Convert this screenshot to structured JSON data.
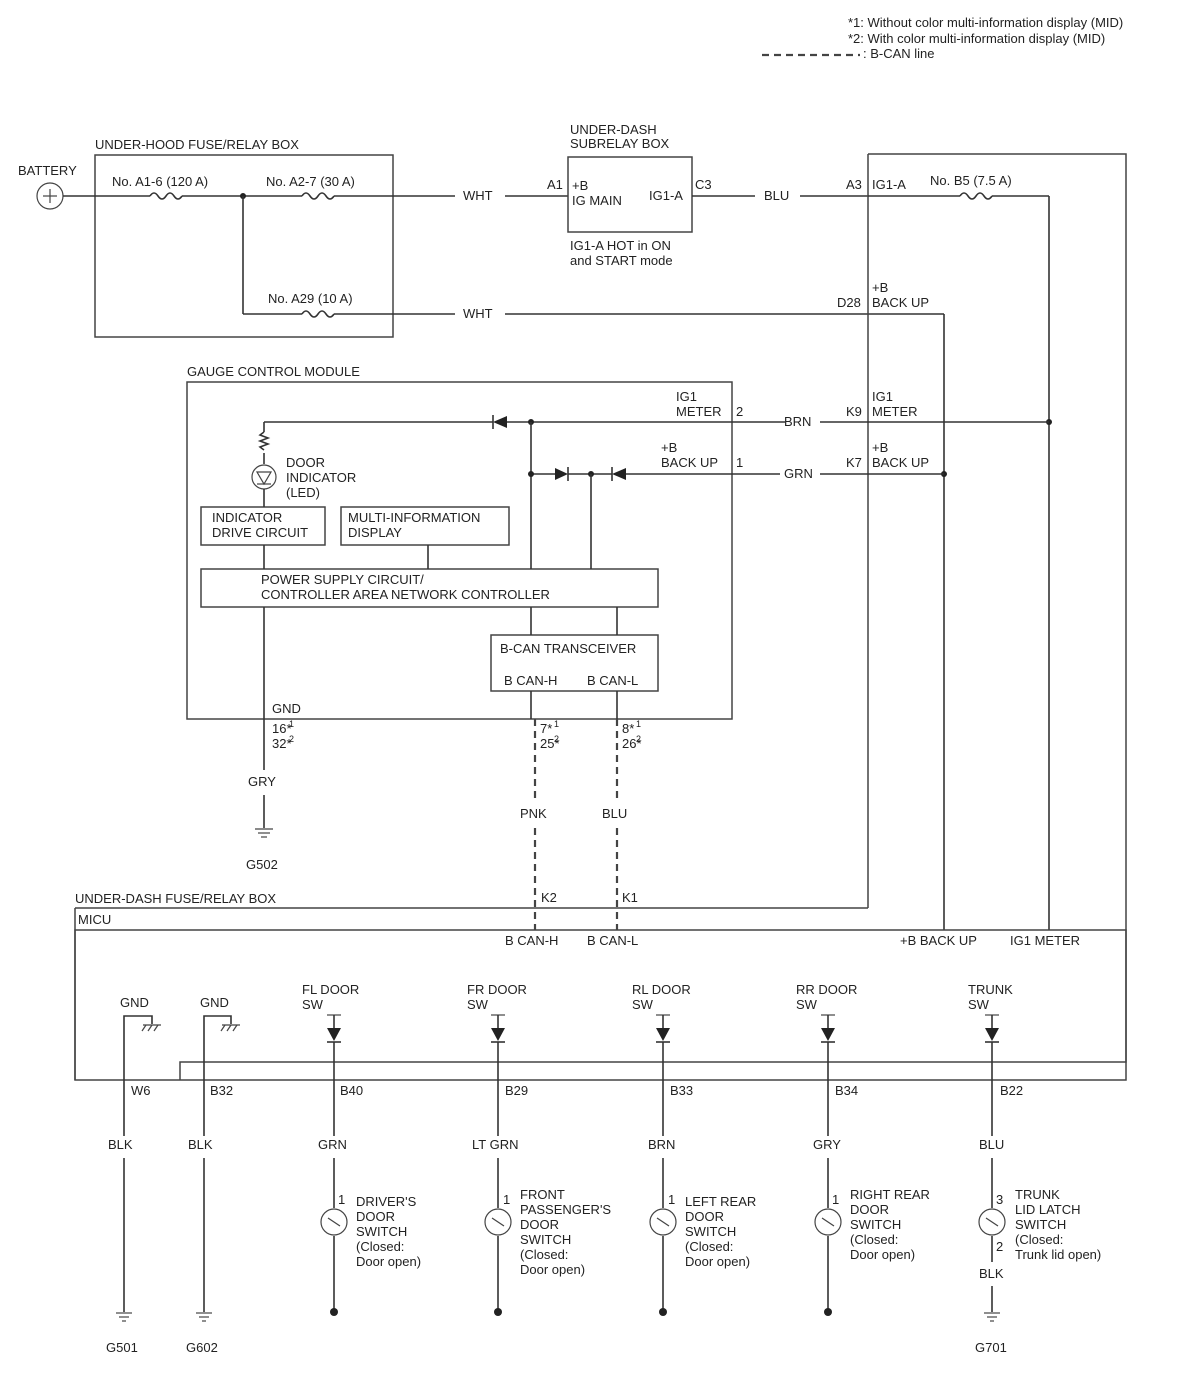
{
  "legend": {
    "note1": "*1: Without color multi-information display (MID)",
    "note2": "*2: With color multi-information display (MID)",
    "bcan": ": B-CAN line"
  },
  "battery": {
    "label": "BATTERY"
  },
  "underhood_box": {
    "title": "UNDER-HOOD FUSE/RELAY BOX",
    "fuse_a16": "No. A1-6 (120 A)",
    "fuse_a27": "No. A2-7 (30 A)",
    "fuse_a29": "No. A29 (10 A)"
  },
  "subrelay_box": {
    "title1": "UNDER-DASH",
    "title2": "SUBRELAY BOX",
    "pin_a1": "A1",
    "plus_b": "+B",
    "ig_main": "IG MAIN",
    "ig1a": "IG1-A",
    "pin_c3": "C3",
    "note1": "IG1-A HOT in ON",
    "note2": "and START mode"
  },
  "wires": {
    "wht1": "WHT",
    "wht2": "WHT",
    "blu_top": "BLU",
    "brn": "BRN",
    "grn": "GRN",
    "gry_gnd": "GRY",
    "pnk": "PNK",
    "blu_can": "BLU"
  },
  "right_box": {
    "pin_a3": "A3",
    "ig1a": "IG1-A",
    "fuse_b5": "No. B5 (7.5 A)",
    "plus_b": "+B",
    "back_up": "BACK UP",
    "pin_d28": "D28",
    "ig1": "IG1",
    "meter": "METER",
    "pin_k9": "K9",
    "plus_b2": "+B",
    "back_up2": "BACK UP",
    "pin_k7": "K7"
  },
  "gauge": {
    "title": "GAUGE CONTROL MODULE",
    "ig1": "IG1",
    "meter": "METER",
    "pin2": "2",
    "plus_b": "+B",
    "back_up": "BACK UP",
    "pin1": "1",
    "door_ind1": "DOOR",
    "door_ind2": "INDICATOR",
    "door_ind3": "(LED)",
    "ind_drive1": "INDICATOR",
    "ind_drive2": "DRIVE CIRCUIT",
    "mid1": "MULTI-INFORMATION",
    "mid2": "DISPLAY",
    "psc1": "POWER SUPPLY CIRCUIT/",
    "psc2": "CONTROLLER AREA NETWORK CONTROLLER",
    "bcan_trans": "B-CAN TRANSCEIVER",
    "bcan_h": "B CAN-H",
    "bcan_l": "B CAN-L",
    "gnd": "GND",
    "gnd_pin1": "16*",
    "gnd_pin2": "32*",
    "h_pin1": "7*",
    "h_pin2": "25*",
    "l_pin1": "8*",
    "l_pin2": "26*",
    "sup1": "1",
    "sup2": "2"
  },
  "g502": "G502",
  "underdash": {
    "title": "UNDER-DASH FUSE/RELAY BOX",
    "micu": "MICU",
    "pin_k2": "K2",
    "pin_k1": "K1",
    "bcan_h": "B CAN-H",
    "bcan_l": "B CAN-L",
    "backup": "+B BACK UP",
    "ig1meter": "IG1 METER"
  },
  "grounds": [
    {
      "label": "GND",
      "pin": "W6",
      "wire": "BLK",
      "ground": "G501"
    },
    {
      "label": "GND",
      "pin": "B32",
      "wire": "BLK",
      "ground": "G602"
    }
  ],
  "switches": [
    {
      "sw1": "FL DOOR",
      "sw2": "SW",
      "pin": "B40",
      "wire": "GRN",
      "term": "1",
      "d1": "DRIVER'S",
      "d2": "DOOR",
      "d3": "SWITCH",
      "d4": "(Closed:",
      "d5": "Door open)"
    },
    {
      "sw1": "FR DOOR",
      "sw2": "SW",
      "pin": "B29",
      "wire": "LT GRN",
      "term": "1",
      "d1": "FRONT",
      "d2": "PASSENGER'S",
      "d3": "DOOR",
      "d4": "SWITCH",
      "d5": "(Closed:",
      "d6": "Door open)"
    },
    {
      "sw1": "RL DOOR",
      "sw2": "SW",
      "pin": "B33",
      "wire": "BRN",
      "term": "1",
      "d1": "LEFT REAR",
      "d2": "DOOR",
      "d3": "SWITCH",
      "d4": "(Closed:",
      "d5": "Door open)"
    },
    {
      "sw1": "RR DOOR",
      "sw2": "SW",
      "pin": "B34",
      "wire": "GRY",
      "term": "1",
      "d1": "RIGHT REAR",
      "d2": "DOOR",
      "d3": "SWITCH",
      "d4": "(Closed:",
      "d5": "Door open)"
    },
    {
      "sw1": "TRUNK",
      "sw2": "SW",
      "pin": "B22",
      "wire": "BLU",
      "term": "3",
      "term2": "2",
      "wire2": "BLK",
      "ground": "G701",
      "d1": "TRUNK",
      "d2": "LID LATCH",
      "d3": "SWITCH",
      "d4": "(Closed:",
      "d5": "Trunk lid open)"
    }
  ]
}
